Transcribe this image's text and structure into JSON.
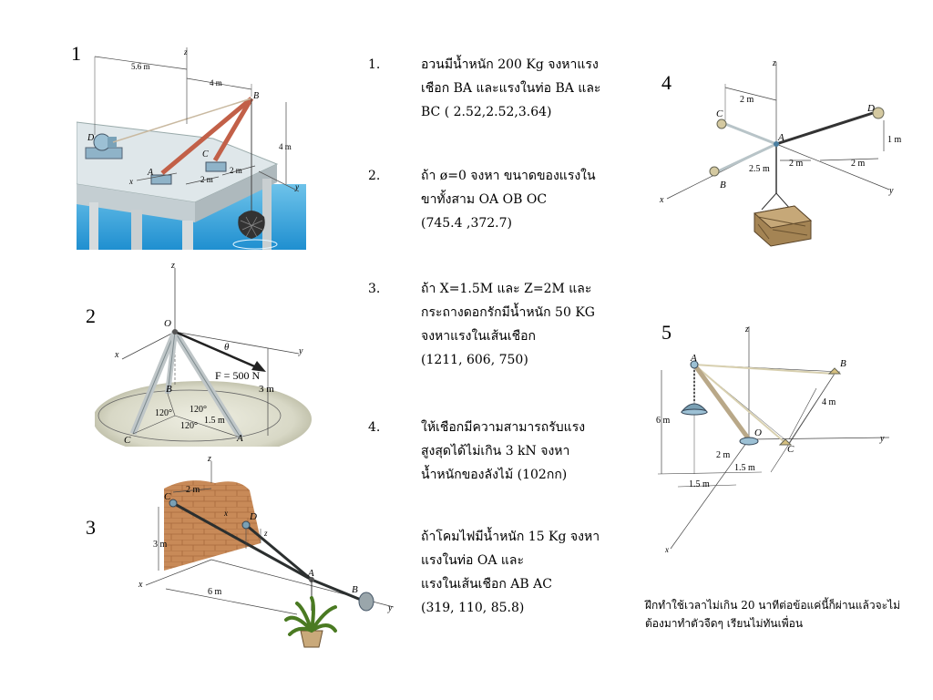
{
  "figures": {
    "fig1": {
      "number": "1",
      "labels": {
        "d1": "5.6 m",
        "d2": "4 m",
        "d3": "4 m",
        "d4": "2 m",
        "d5": "2 m",
        "A": "A",
        "B": "B",
        "C": "C",
        "D": "D",
        "x": "x",
        "y": "y",
        "z": "z"
      }
    },
    "fig2": {
      "number": "2",
      "labels": {
        "O": "O",
        "theta": "θ",
        "F": "F = 500 N",
        "h": "3 m",
        "r": "1.5 m",
        "a1": "120°",
        "a2": "120°",
        "a3": "120°",
        "A": "A",
        "B": "B",
        "C": "C",
        "x": "x",
        "y": "y",
        "z": "z"
      }
    },
    "fig3": {
      "number": "3",
      "labels": {
        "d1": "2 m",
        "d2": "3 m",
        "d3": "6 m",
        "x_": "x",
        "z_": "z",
        "A": "A",
        "B": "B",
        "C": "C",
        "D": "D",
        "x": "x",
        "y": "y",
        "z": "z"
      }
    },
    "fig4": {
      "number": "4",
      "labels": {
        "d1": "2 m",
        "d2": "1 m",
        "d3": "2.5 m",
        "d4": "2 m",
        "d5": "2 m",
        "A": "A",
        "B": "B",
        "C": "C",
        "D": "D",
        "x": "x",
        "y": "y",
        "z": "z"
      }
    },
    "fig5": {
      "number": "5",
      "labels": {
        "h": "6 m",
        "d1": "4 m",
        "d2": "2 m",
        "d3": "1.5 m",
        "d4": "1.5 m",
        "A": "A",
        "B": "B",
        "C": "C",
        "O": "O",
        "x": "x",
        "y": "y",
        "z": "z"
      }
    }
  },
  "problems": [
    {
      "number": "1.",
      "text": "อวนมีน้ำหนัก 200 Kg จงหาแรง\nเชือก BA และแรงในท่อ BA และ\nBC              ( 2.52,2.52,3.64)"
    },
    {
      "number": "2.",
      "text": "ถ้า ø=0 จงหา ขนาดของแรงใน\nขาทั้งสาม OA OB OC\n(745.4 ,372.7)"
    },
    {
      "number": "3.",
      "text": "ถ้า X=1.5M และ Z=2M และ\nกระถางดอกรักมีน้ำหนัก 50 KG\nจงหาแรงในเส้นเชือก\n(1211, 606, 750)"
    },
    {
      "number": "4.",
      "text": "ให้เชือกมีความสามารถรับแรง\nสูงสุดได้ไม่เกิน 3 kN จงหา\nน้ำหนักของลังไม้ (102กก)"
    },
    {
      "number": "",
      "text": " ถ้าโคมไฟมีน้ำหนัก 15 Kg จงหา\nแรงในท่อ                OA และ\nแรงในเส้นเชือก AB AC\n(319, 110, 85.8)"
    }
  ],
  "note": "ฝึกทำใช้เวลาไม่เกิน 20 นาทีต่อข้อแค่นี้ก็ผ่านแล้วจะไม่ต้องมาทำตัวจืดๆ เรียนไม่ทันเพื่อน"
}
